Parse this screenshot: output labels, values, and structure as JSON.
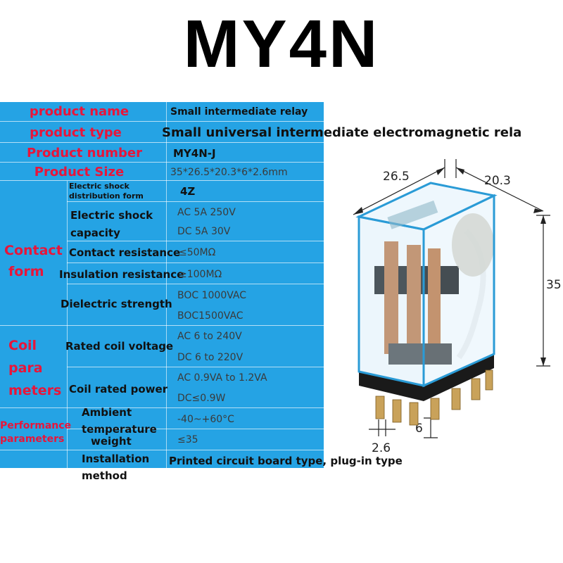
{
  "title": "MY4N",
  "rows": {
    "product_name": {
      "label": "product name",
      "value": "Small intermediate relay"
    },
    "product_type": {
      "label": "product type",
      "value": "Small universal intermediate electromagnetic rela"
    },
    "product_number": {
      "label": "Product number",
      "value": "MY4N-J"
    },
    "product_size": {
      "label": "Product Size",
      "value": "35*26.5*20.3*6*2.6mm"
    }
  },
  "contact_form": {
    "label_line1": "Contact",
    "label_line2": "form",
    "distribution": {
      "label_line1": "Electric shock",
      "label_line2": "distribution form",
      "value": "4Z"
    },
    "capacity": {
      "label_line1": "Electric shock",
      "label_line2": "capacity",
      "value1": "AC 5A 250V",
      "value2": "DC 5A 30V"
    },
    "contact_resistance": {
      "label": "Contact resistance",
      "value": "≤50MΩ"
    },
    "insulation_resistance": {
      "label": "Insulation resistance",
      "value": "≥100MΩ"
    },
    "dielectric_strength": {
      "label": "Dielectric strength",
      "value1": "BOC 1000VAC",
      "value2": "BOC1500VAC"
    }
  },
  "coil_parameters": {
    "label_line1": "Coil",
    "label_line2": "para",
    "label_line3": "meters",
    "rated_voltage": {
      "label": "Rated coil voltage",
      "value1": "AC 6 to 240V",
      "value2": "DC 6 to 220V"
    },
    "rated_power": {
      "label": "Coil rated power",
      "value1": "AC 0.9VA to 1.2VA",
      "value2": "DC≤0.9W"
    }
  },
  "performance": {
    "label_line1": "Performance",
    "label_line2": "parameters",
    "ambient": {
      "label_line1": "Ambient",
      "label_line2": "temperature",
      "value": "-40~+60°C"
    },
    "weight": {
      "label": "weight",
      "value": "≤35"
    },
    "installation": {
      "label_line1": "Installation",
      "label_line2": "method",
      "value": "Printed circuit board type, plug-in type"
    }
  },
  "dimensions": {
    "width": "26.5",
    "depth": "20.3",
    "height": "35",
    "pin_width": "2.6",
    "pin_length": "6"
  },
  "colors": {
    "table_blue": "#25a3e4",
    "label_red": "#e8153a"
  }
}
